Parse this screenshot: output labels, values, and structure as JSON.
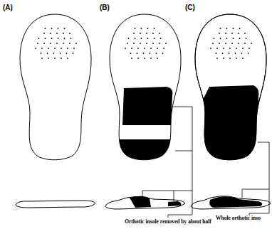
{
  "diagram": {
    "labels": [
      "(A)",
      "(B)",
      "(C)",
      "Orthotic insole removed by about half",
      "Whole orthotic inso"
    ]
  }
}
